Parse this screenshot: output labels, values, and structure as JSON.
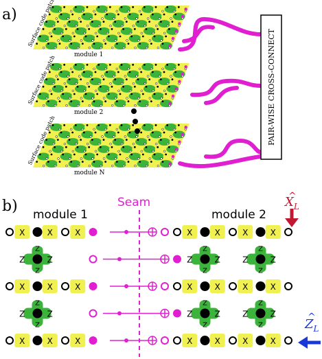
{
  "panel_a": {
    "label": "a)",
    "patch_label": "Surface code patch",
    "modules": [
      "module 1",
      "module 2",
      "module N"
    ],
    "crossconnect": "PAIR-WISE CROSS-CONNECT"
  },
  "panel_b": {
    "label": "b)",
    "module1": "module 1",
    "module2": "module 2",
    "seam": "Seam",
    "xl_hat": "X",
    "xl_sub": "L",
    "zl_hat": "Z",
    "zl_sub": "L",
    "x_stab": "X",
    "z_stab": "Z",
    "cross": "⊕"
  },
  "colors": {
    "green": "#3cb43c",
    "yellow": "#f0f050",
    "magenta": "#e020d0",
    "red": "#c01830",
    "blue": "#1838d8"
  }
}
